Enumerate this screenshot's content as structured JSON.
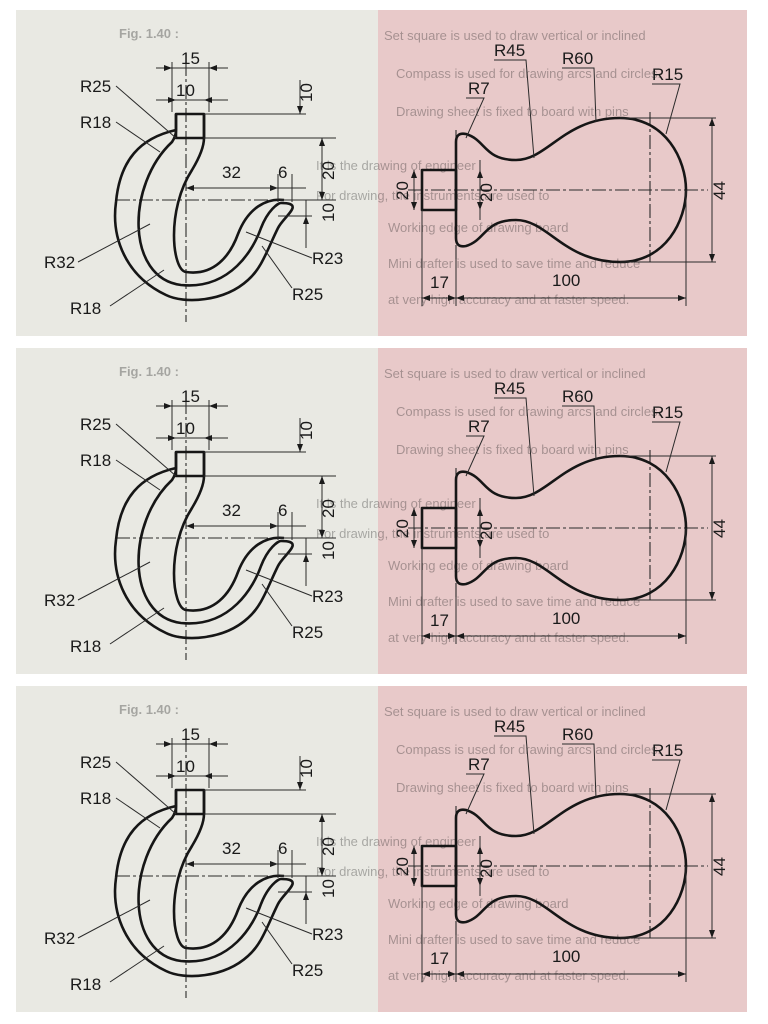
{
  "colors": {
    "left_background": "#e9e9e3",
    "right_background": "#e8c9c9",
    "ink": "#161616"
  },
  "hook": {
    "dims": {
      "width_15": "15",
      "width_10": "10",
      "height_10_top": "10",
      "height_20": "20",
      "height_10_lower": "10",
      "horiz_32": "32",
      "horiz_6": "6"
    },
    "radii": {
      "r25_top": "R25",
      "r18_top": "R18",
      "r32": "R32",
      "r18_bottom": "R18",
      "r23": "R23",
      "r25_bottom": "R25"
    }
  },
  "knob": {
    "dims": {
      "left_20": "20",
      "mid_20": "20",
      "height_44": "44",
      "length_17": "17",
      "length_100": "100"
    },
    "radii": {
      "r7": "R7",
      "r45": "R45",
      "r60": "R60",
      "r15": "R15"
    }
  },
  "background_text": {
    "line1": "Set square is used to draw vertical or inclined",
    "fig_label": "Fig. 1.40 :",
    "line2": "Compass is used for drawing arcs and circles.",
    "line3": "Drawing sheet is fixed to board with pins",
    "line4": "It is the drawing of engineer",
    "line5": "For drawing, the instruments are used to",
    "line6": "Working edge of drawing board",
    "line7": "Mini drafter is used to save time and reduce",
    "line8": "at very high accuracy and at faster speed."
  }
}
